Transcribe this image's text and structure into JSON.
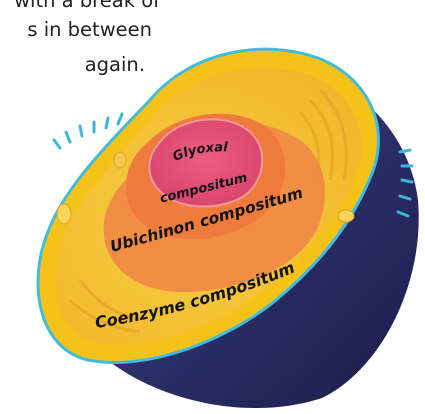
{
  "intro_text": {
    "lines": [
      "with a break of",
      "s in between",
      "again."
    ]
  },
  "diagram": {
    "labels": {
      "inner_line1": "Glyoxal",
      "inner_line2": "compositum",
      "middle": "Ubichinon compositum",
      "outer": "Coenzyme compositum"
    },
    "colors": {
      "back_shell": "#26245c",
      "membrane": "#f5c21a",
      "membrane_edge": "#40bce0",
      "cytoplasm": "#f3c03a",
      "outer_body": "#f08b44",
      "middle_body": "#ee7a3c",
      "nucleus": "#e9557a",
      "cilia": "#39b6e0",
      "text": "#141414"
    }
  }
}
